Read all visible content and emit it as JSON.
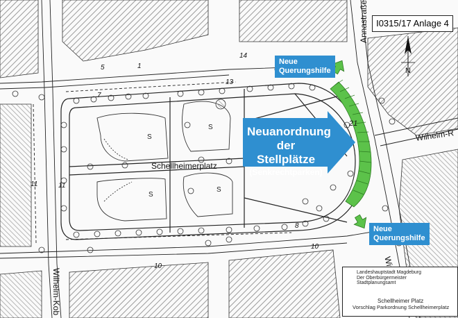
{
  "document": {
    "id": "I0315/17 Anlage 4"
  },
  "streets": {
    "top_vertical": "Annastraße",
    "square": "Schellheimerplatz",
    "right": "Wilhelm-R",
    "bottom_right": "Winckelmannst",
    "bottom_left": "Wilhelm-Kob"
  },
  "callouts": {
    "crossing_top": [
      "Neue",
      "Querungshilfe"
    ],
    "crossing_bottom": [
      "Neue",
      "Querungshilfe"
    ],
    "parking_title": [
      "Neuanordnung",
      "der Stellplätze"
    ],
    "parking_subtitle": "(Senkrechtparken)"
  },
  "map_marks": {
    "north": "N",
    "sandbox_label": "S",
    "parking_number": "21",
    "house_numbers": [
      "5",
      "1",
      "14",
      "13",
      "7",
      "11",
      "11",
      "8",
      "10",
      "10"
    ]
  },
  "titleblock": {
    "authority": "Landeshauptstadt Magdeburg",
    "office": "Der Oberbürgermeister",
    "department": "Stadtplanungsamt",
    "project": "Schellheimer Platz",
    "subtitle": "Vorschlag Parkordnung Schellheimerplatz"
  },
  "colors": {
    "parking_green": "#5cc24a",
    "callout_blue": "#2f8fd0",
    "line": "#222222",
    "building_hatch": "#9a9a9a"
  }
}
